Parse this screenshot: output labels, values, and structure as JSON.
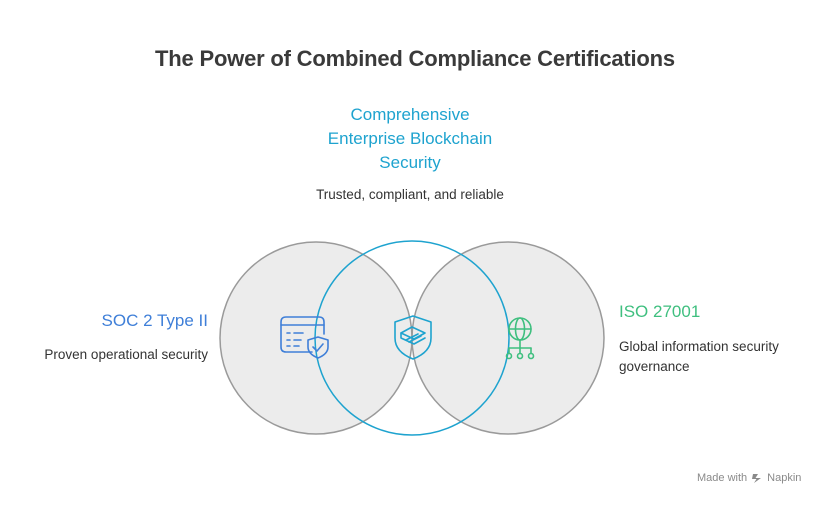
{
  "title": "The Power of Combined Compliance Certifications",
  "center": {
    "heading_lines": [
      "Comprehensive",
      "Enterprise Blockchain",
      "Security"
    ],
    "subtitle": "Trusted, compliant, and reliable",
    "icon": "shield-document-icon"
  },
  "left": {
    "heading": "SOC 2 Type II",
    "subtitle": "Proven operational security",
    "icon": "checklist-shield-icon"
  },
  "right": {
    "heading": "ISO 27001",
    "subtitle_lines": [
      "Global information security",
      "governance"
    ],
    "icon": "globe-network-icon"
  },
  "footer": {
    "made_with": "Made with",
    "brand": "Napkin"
  },
  "colors": {
    "circle_fill": "#ececec",
    "circle_stroke": "#9a9a9a",
    "overlap_fill": "#d3edf7",
    "overlap_stroke": "#1ea3cf",
    "left_accent": "#3f7fd8",
    "right_accent": "#3fbf7f",
    "center_accent": "#1ea3cf"
  }
}
